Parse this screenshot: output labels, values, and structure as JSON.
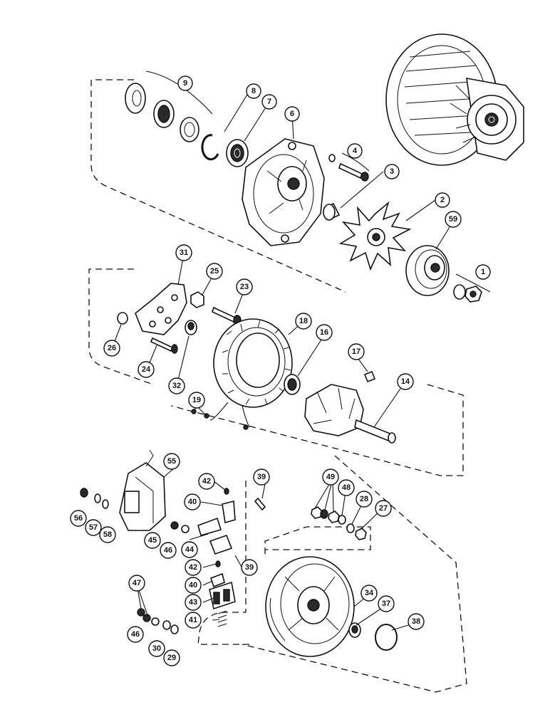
{
  "diagram": {
    "callouts": {
      "c1": "1",
      "c2": "2",
      "c3": "3",
      "c4": "4",
      "c6": "6",
      "c7": "7",
      "c8": "8",
      "c9": "9",
      "c14": "14",
      "c16": "16",
      "c17": "17",
      "c18": "18",
      "c19": "19",
      "c23": "23",
      "c24": "24",
      "c25": "25",
      "c26": "26",
      "c27": "27",
      "c28": "28",
      "c29": "29",
      "c30": "30",
      "c31": "31",
      "c32": "32",
      "c34": "34",
      "c37": "37",
      "c38": "38",
      "c39a": "39",
      "c39b": "39",
      "c40a": "40",
      "c40b": "40",
      "c41": "41",
      "c42a": "42",
      "c42b": "42",
      "c43": "43",
      "c44": "44",
      "c45": "45",
      "c46a": "46",
      "c46b": "46",
      "c47": "47",
      "c48": "48",
      "c49": "49",
      "c55": "55",
      "c56": "56",
      "c57": "57",
      "c58": "58",
      "c59": "59"
    }
  }
}
